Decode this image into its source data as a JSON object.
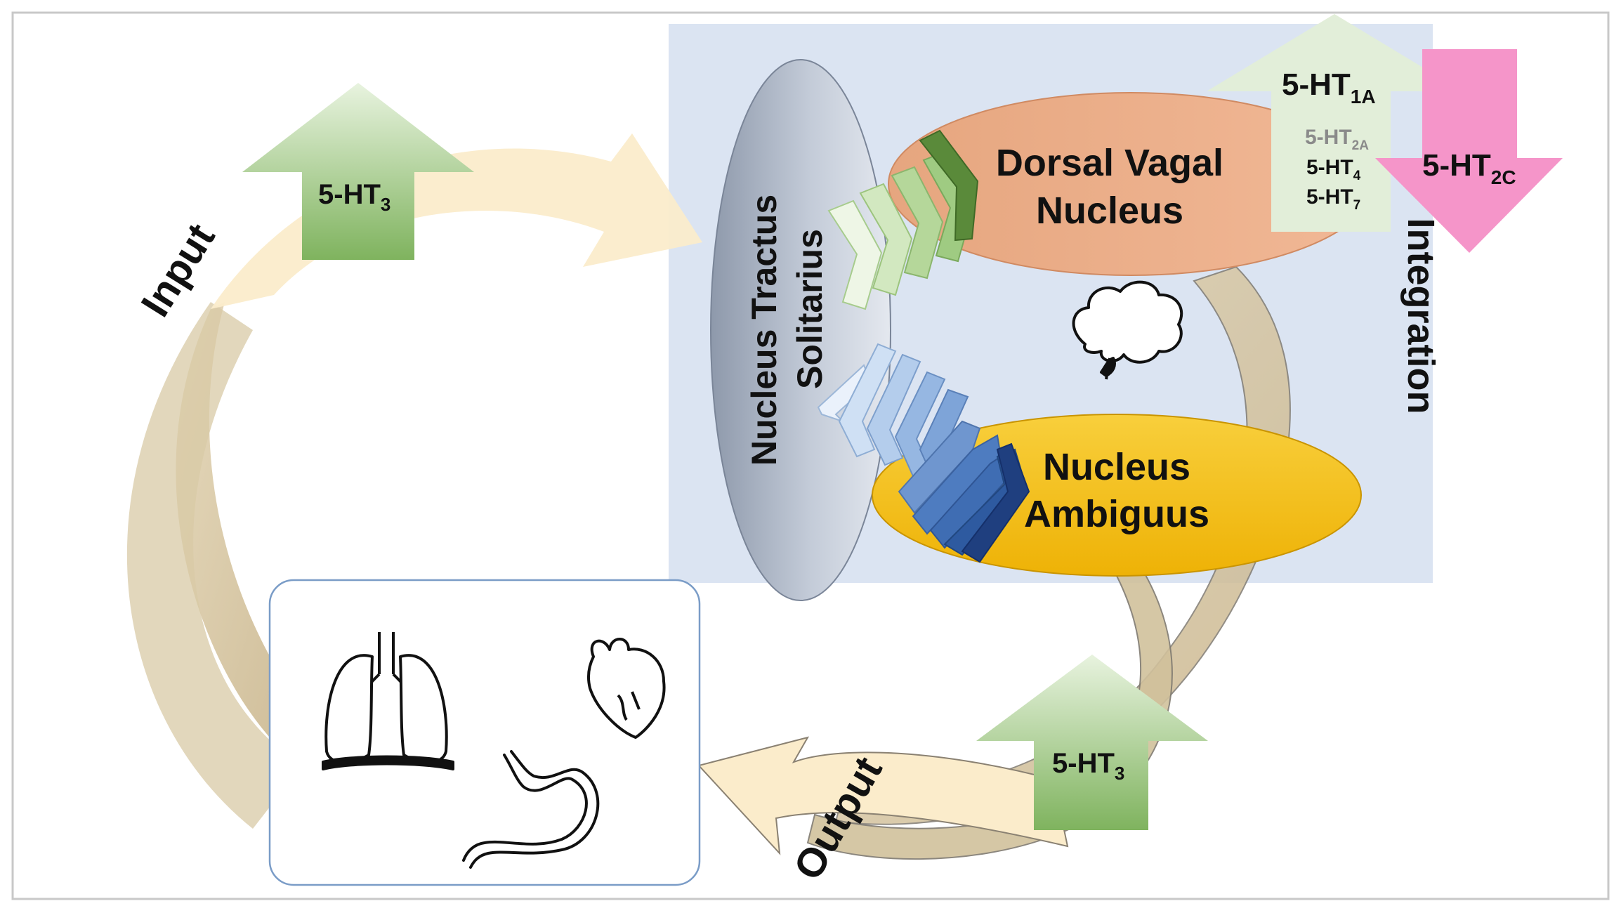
{
  "diagram": {
    "labels": {
      "input": "Input",
      "output": "Output",
      "integration": "Integration",
      "nts_line1": "Nucleus Tractus",
      "nts_line2": "Solitarius",
      "dvn_line1": "Dorsal Vagal",
      "dvn_line2": "Nucleus",
      "na_line1": "Nucleus",
      "na_line2": "Ambiguus"
    },
    "receptors": {
      "input_receptor": {
        "base": "5-HT",
        "sub": "3"
      },
      "output_receptor": {
        "base": "5-HT",
        "sub": "3"
      },
      "r1a": {
        "base": "5-HT",
        "sub": "1A"
      },
      "r2a": {
        "base": "5-HT",
        "sub": "2A"
      },
      "r4": {
        "base": "5-HT",
        "sub": "4"
      },
      "r7": {
        "base": "5-HT",
        "sub": "7"
      },
      "r2c": {
        "base": "5-HT",
        "sub": "2C"
      }
    },
    "icons": [
      "brain-icon",
      "lungs-icon",
      "heart-icon",
      "stomach-icon"
    ],
    "colors": {
      "integration_panel": "#dbe4f2",
      "flow_arrow": "#d6c6a2",
      "light_flow_arrow": "#fbeccb",
      "green_arrow": "#8fbf70",
      "pink_arrow": "#f58fc6",
      "nts_ellipse": "#a9b3c4",
      "dvn_ellipse": "#ecab88",
      "na_ellipse": "#f5be12"
    }
  }
}
